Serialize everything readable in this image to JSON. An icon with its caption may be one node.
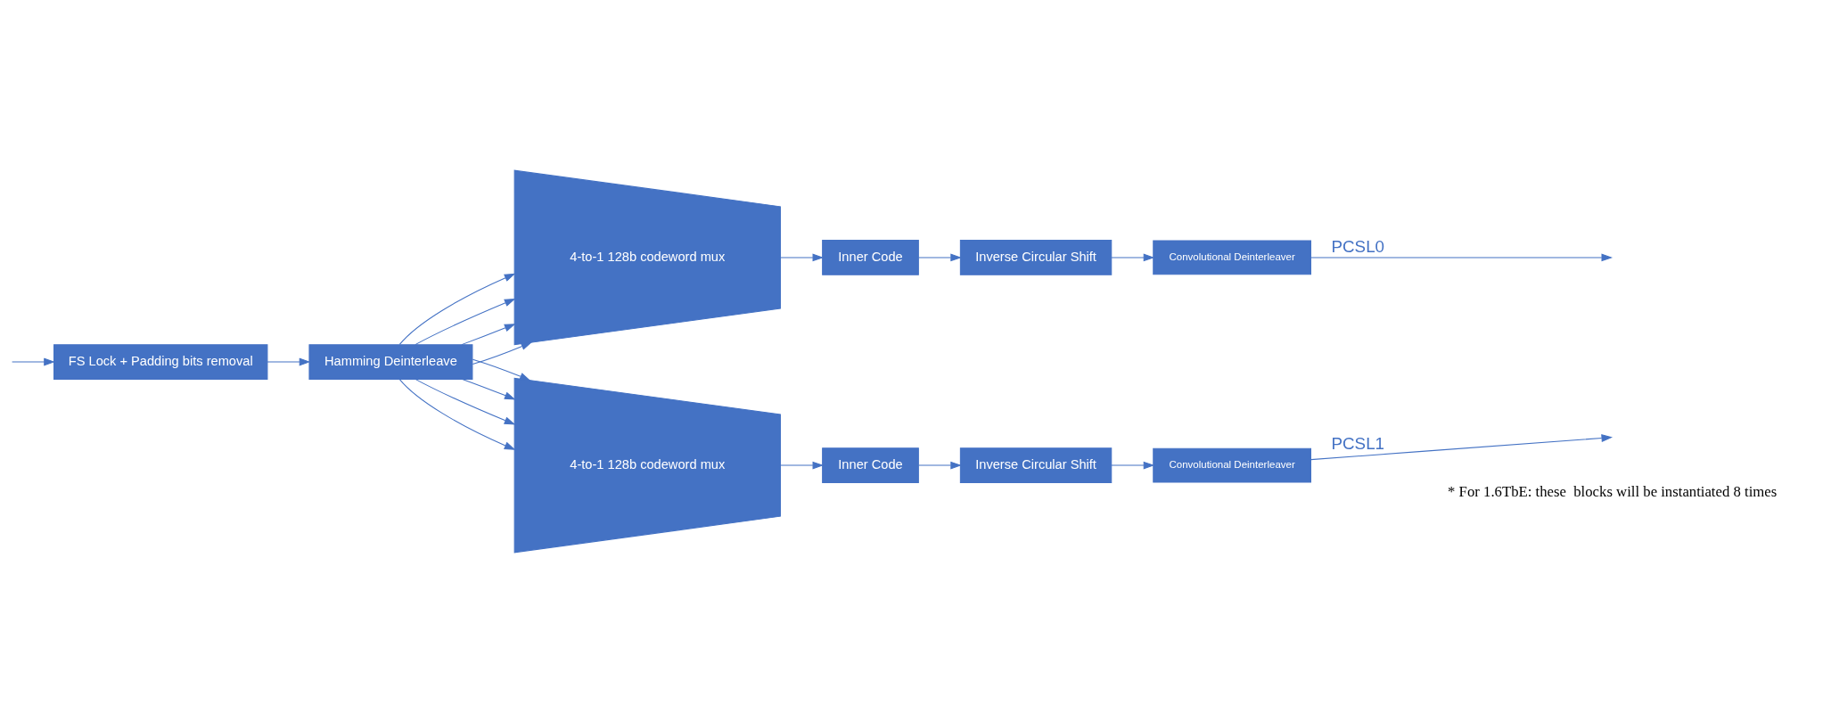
{
  "diagram": {
    "nodes": [
      {
        "text": [
          "FS Lock + Padding bits removal"
        ]
      },
      {
        "text": [
          "Hamming Deinterleave"
        ]
      },
      {
        "text": [
          "4-to-1 128b codeword mux"
        ]
      },
      {
        "text": [
          "Inner Code"
        ]
      },
      {
        "text": [
          "Inverse Circular Shift"
        ]
      },
      {
        "text": [
          "Convolutional Deinterleaver"
        ]
      },
      {
        "text": [
          "4-to-1 128b codeword mux"
        ]
      },
      {
        "text": [
          "Inner Code"
        ]
      },
      {
        "text": [
          "Inverse Circular Shift"
        ]
      },
      {
        "text": [
          "Convolutional Deinterleaver"
        ]
      }
    ],
    "edges": [
      {
        "from": null,
        "to": 0,
        "arrow": "to"
      },
      {
        "from": 0,
        "to": 1,
        "arrow": "to"
      },
      {
        "from": 1,
        "to": 2,
        "arrow": "to"
      },
      {
        "from": 1,
        "to": 2,
        "arrow": "to"
      },
      {
        "from": 1,
        "to": 2,
        "arrow": "to"
      },
      {
        "from": 1,
        "to": 2,
        "arrow": "to"
      },
      {
        "from": 1,
        "to": 6,
        "arrow": "to"
      },
      {
        "from": 1,
        "to": 6,
        "arrow": "to"
      },
      {
        "from": 1,
        "to": 6,
        "arrow": "to"
      },
      {
        "from": 1,
        "to": 6,
        "arrow": "to"
      },
      {
        "from": 2,
        "to": 3,
        "arrow": "to"
      },
      {
        "from": 3,
        "to": 4,
        "arrow": "to"
      },
      {
        "from": 4,
        "to": 5,
        "arrow": "to"
      },
      {
        "from": 5,
        "to": null,
        "arrow": "to",
        "label": "PCSL0"
      },
      {
        "from": 6,
        "to": 7,
        "arrow": "to"
      },
      {
        "from": 7,
        "to": 8,
        "arrow": "to"
      },
      {
        "from": 8,
        "to": 9,
        "arrow": "to"
      },
      {
        "from": 9,
        "to": null,
        "arrow": "to",
        "label": "PCSL1"
      }
    ],
    "labels": [
      "* For 1.6TbE: these  blocks will be instantiated 8 times"
    ]
  }
}
